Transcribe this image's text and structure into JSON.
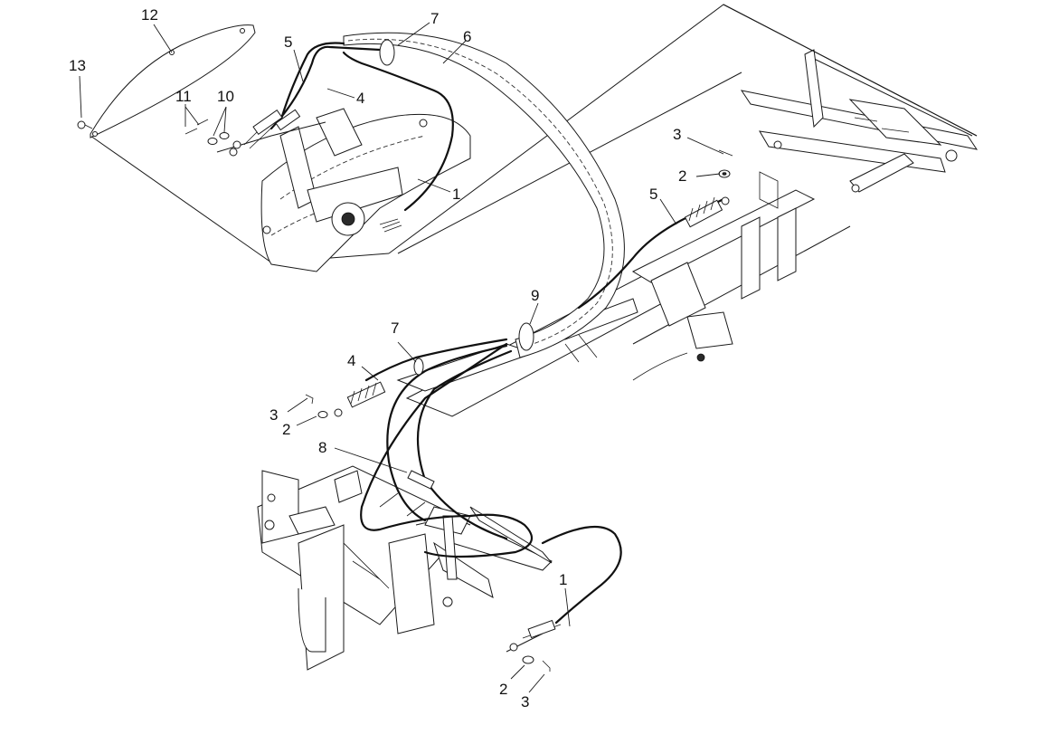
{
  "callouts": {
    "c12": "12",
    "c13": "13",
    "c11": "11",
    "c10": "10",
    "c5_top": "5",
    "c4_top": "4",
    "c7_top": "7",
    "c6": "6",
    "c1_top": "1",
    "c3_right": "3",
    "c2_right": "2",
    "c5_right": "5",
    "c9": "9",
    "c7_mid": "7",
    "c4_mid": "4",
    "c3_left": "3",
    "c2_left": "2",
    "c8": "8",
    "c1_bottom": "1",
    "c2_bottom": "2",
    "c3_bottom": "3"
  },
  "colors": {
    "ink": "#1a1a1a",
    "background": "#ffffff"
  }
}
